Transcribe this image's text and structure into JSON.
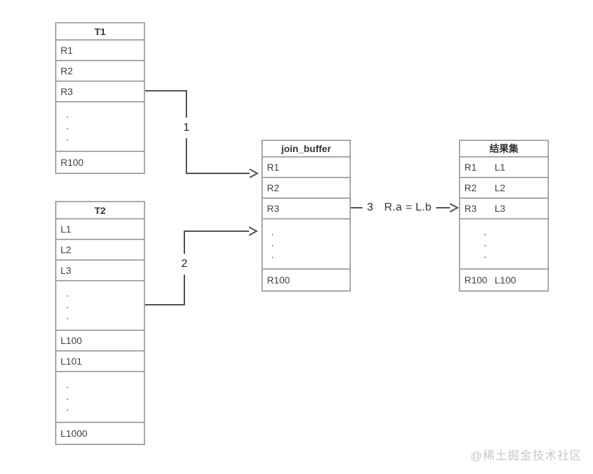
{
  "dot_char": ".",
  "colors": {
    "background": "#ffffff",
    "table_border": "#a8a8a8",
    "table_text": "#3f3f3f",
    "arrow": "#4f4f4f",
    "watermark": "#c8c8c8"
  },
  "tables": {
    "t1": {
      "title": "T1",
      "rows": [
        {
          "label": "R1"
        },
        {
          "label": "R2"
        },
        {
          "label": "R3"
        },
        {
          "dots": true
        },
        {
          "label": "R100"
        }
      ]
    },
    "t2": {
      "title": "T2",
      "rows": [
        {
          "label": "L1"
        },
        {
          "label": "L2"
        },
        {
          "label": "L3"
        },
        {
          "dots": true
        },
        {
          "label": "L100"
        },
        {
          "label": "L101"
        },
        {
          "dots": true
        },
        {
          "label": "L1000"
        }
      ]
    },
    "join_buffer": {
      "title": "join_buffer",
      "rows": [
        {
          "label": "R1"
        },
        {
          "label": "R2"
        },
        {
          "label": "R3"
        },
        {
          "dots": true
        },
        {
          "label": "R100"
        }
      ]
    },
    "result_set": {
      "title": "结果集",
      "rows": [
        {
          "r": "R1",
          "l": "L1"
        },
        {
          "r": "R2",
          "l": "L2"
        },
        {
          "r": "R3",
          "l": "L3"
        },
        {
          "dots": true
        },
        {
          "r": "R100",
          "l": "L100"
        }
      ]
    }
  },
  "arrows": {
    "step1_label": "1",
    "step2_label": "2",
    "step3_label": "3",
    "join_condition": "R.a = L.b"
  },
  "watermark": "@稀土掘金技术社区"
}
